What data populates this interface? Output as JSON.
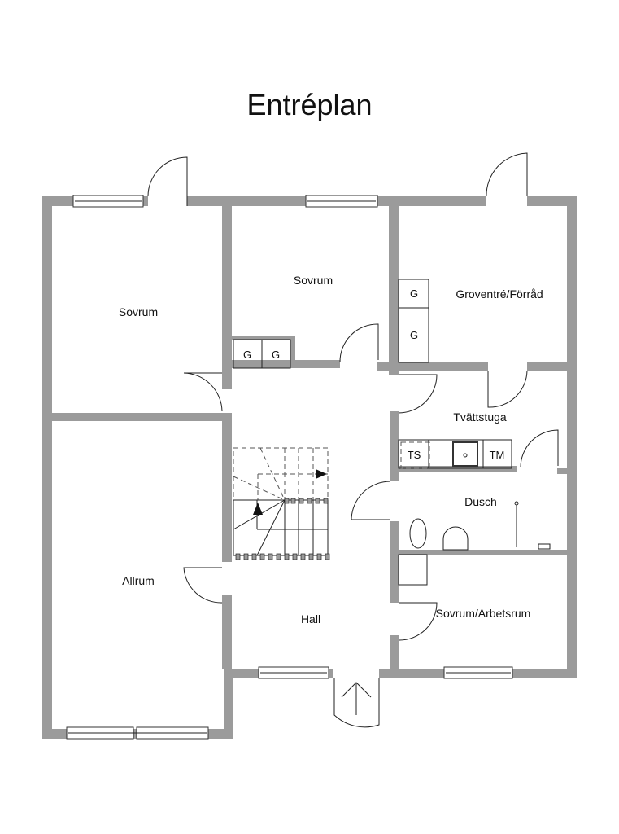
{
  "title": "Entréplan",
  "rooms": {
    "sovrum_left": "Sovrum",
    "sovrum_mid": "Sovrum",
    "groventre": "Groventré/Förråd",
    "tvattstuga": "Tvättstuga",
    "dusch": "Dusch",
    "allrum": "Allrum",
    "hall": "Hall",
    "sovrum_arbetsrum": "Sovrum/Arbetsrum"
  },
  "fixtures": {
    "closet_1": "G",
    "closet_2": "G",
    "closet_3": "G",
    "closet_4": "G",
    "dryer": "TS",
    "washer": "TM"
  },
  "colors": {
    "wall": "#9b9b9b"
  }
}
